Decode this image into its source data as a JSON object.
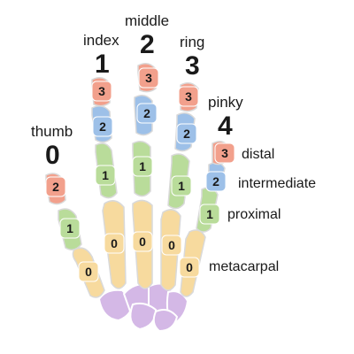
{
  "fingers": {
    "thumb": {
      "name": "thumb",
      "number": "0"
    },
    "index": {
      "name": "index",
      "number": "1"
    },
    "middle": {
      "name": "middle",
      "number": "2"
    },
    "ring": {
      "name": "ring",
      "number": "3"
    },
    "pinky": {
      "name": "pinky",
      "number": "4"
    }
  },
  "bones": {
    "distal": {
      "label": "distal",
      "badge": "3",
      "color": "#f2a08c"
    },
    "intermediate": {
      "label": "intermediate",
      "badge": "2",
      "color": "#9dc0e8"
    },
    "proximal": {
      "label": "proximal",
      "badge": "1",
      "color": "#b9dc9a"
    },
    "metacarpal": {
      "label": "metacarpal",
      "badge": "0",
      "color": "#f7da9e"
    }
  },
  "colors": {
    "distal": "#f2a08c",
    "intermediate": "#9dc0e8",
    "proximal": "#b9dc9a",
    "metacarpal": "#f7da9e",
    "carpal": "#d4b8e6",
    "bone_outline": "#d9d9d9"
  }
}
